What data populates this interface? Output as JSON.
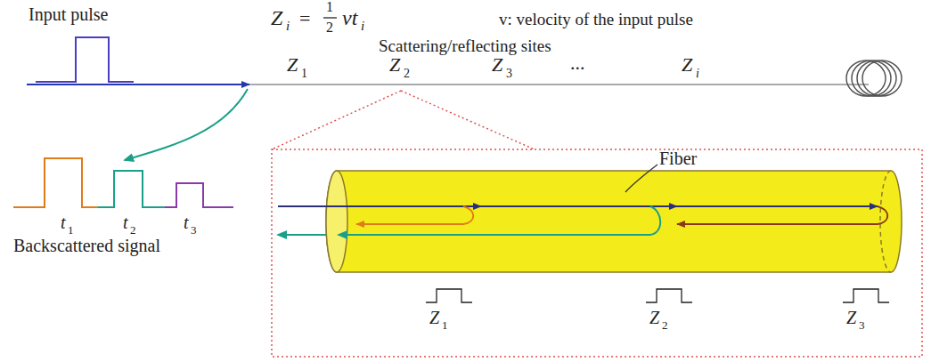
{
  "diagram": {
    "labels": [
      "Input pulse",
      "Z",
      "i",
      "=",
      "1",
      "2",
      "vt",
      "i",
      "v: velocity of the input pulse",
      "Scattering/reflecting sites",
      "Z",
      "1",
      "Z",
      "2",
      "Z",
      "3",
      "...",
      "Z",
      "i",
      "Fiber",
      "t",
      "1",
      "t",
      "2",
      "t",
      "3",
      "Backscattered signal",
      "Z",
      "1",
      "Z",
      "2",
      "Z",
      "3"
    ]
  }
}
